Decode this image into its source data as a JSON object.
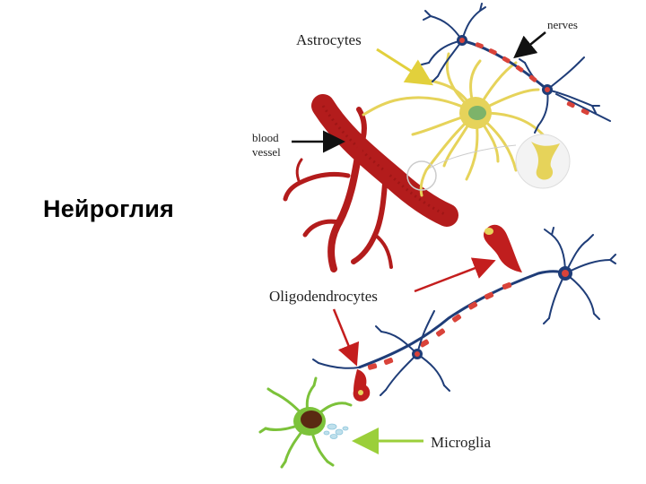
{
  "slide": {
    "title": "Нейроглия"
  },
  "diagram": {
    "labels": {
      "astrocytes": "Astrocytes",
      "nerves": "nerves",
      "blood_vessel_line1": "blood",
      "blood_vessel_line2": "vessel",
      "oligodendrocytes": "Oligodendrocytes",
      "microglia": "Microglia"
    },
    "colors": {
      "astrocyte": "#e6d35a",
      "astrocyte_nucleus": "#7db36a",
      "neuron": "#1f3d78",
      "myelin": "#d9433a",
      "blood_vessel": "#b31c1c",
      "oligodendrocyte": "#c01e1e",
      "microglia": "#7cc23a",
      "microglia_nucleus": "#5a2a12",
      "arrow_yellow": "#e2d03c",
      "arrow_black": "#111111",
      "arrow_red": "#c41e1e",
      "arrow_green": "#9bcf3a"
    },
    "icons": {
      "astrocyte": "astrocyte-cell-icon",
      "neuron": "neuron-cell-icon",
      "vessel": "blood-vessel-icon",
      "oligodendrocyte": "oligodendrocyte-cell-icon",
      "microglia": "microglia-cell-icon"
    }
  }
}
